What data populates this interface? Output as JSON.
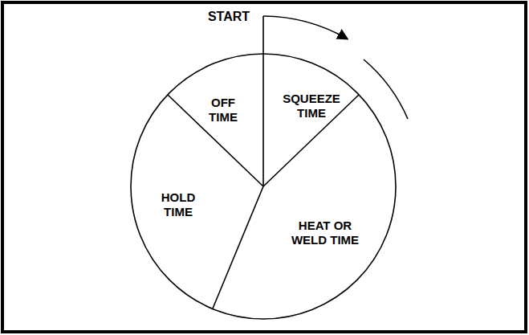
{
  "diagram": {
    "nodes": [
      {
        "text": [
          "SQUEEZE TIME"
        ]
      },
      {
        "text": [
          "HEAT OR WELD TIME"
        ]
      },
      {
        "text": [
          "HOLD TIME"
        ]
      },
      {
        "text": [
          "OFF TIME"
        ]
      }
    ],
    "labels": [
      "START"
    ]
  }
}
